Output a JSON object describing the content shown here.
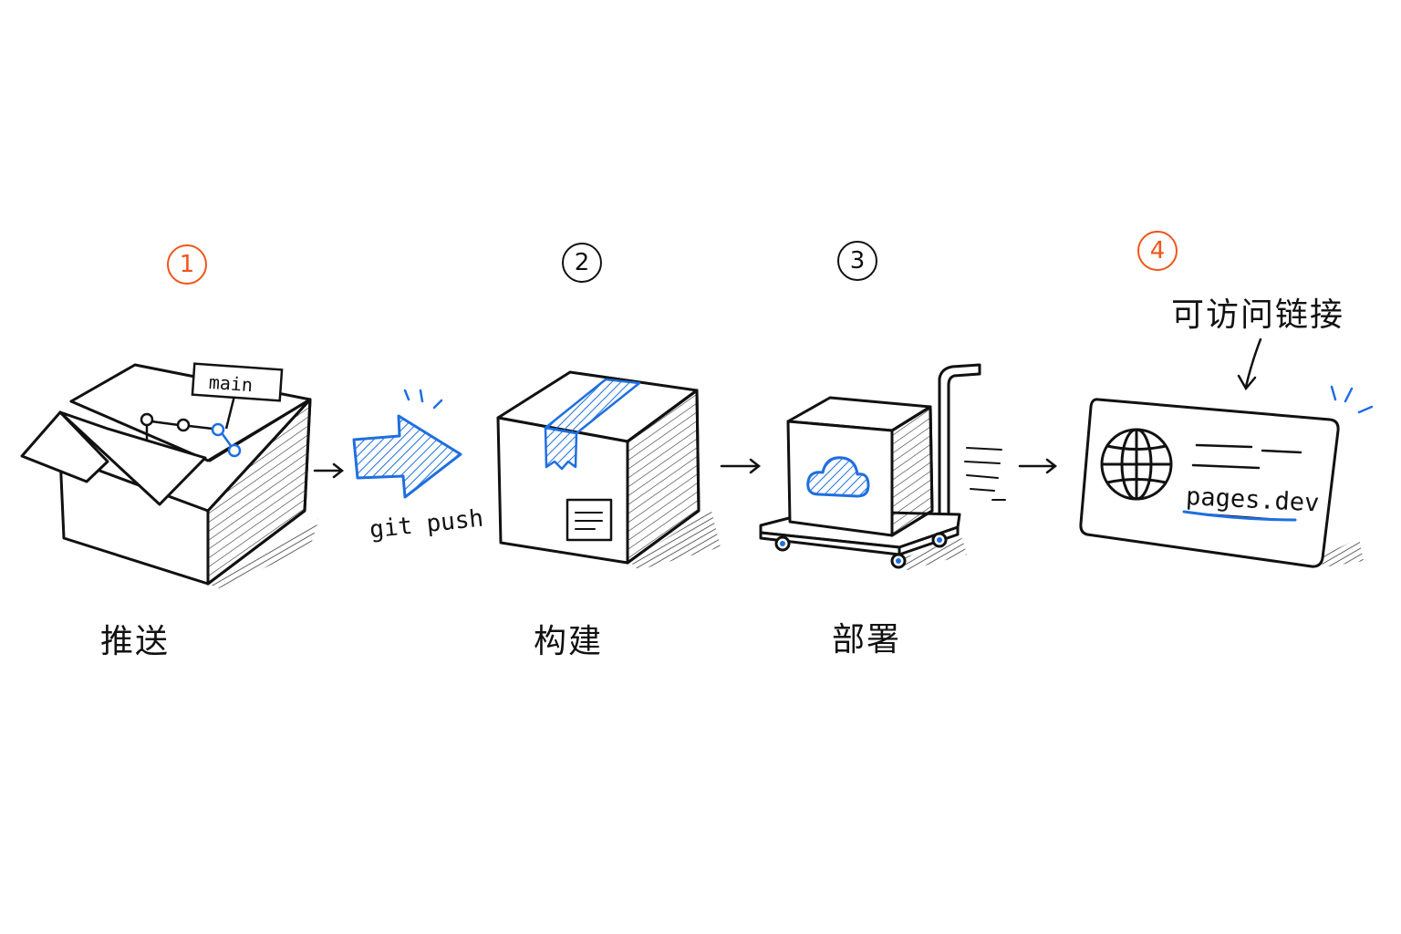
{
  "steps": [
    {
      "number": "1",
      "label": "推送"
    },
    {
      "number": "2",
      "label": "构建"
    },
    {
      "number": "3",
      "label": "部署"
    },
    {
      "number": "4",
      "label": ""
    }
  ],
  "branch_tag": "main",
  "push_caption": "git push",
  "link_caption": "可访问链接",
  "url_text": "pages.dev",
  "colors": {
    "accent_orange": "#f2541b",
    "accent_blue": "#1f6fe0",
    "ink": "#111111"
  },
  "icons": [
    "open-box-icon",
    "commit-graph-icon",
    "push-arrow-icon",
    "sealed-box-icon",
    "hand-truck-icon",
    "cloud-icon",
    "globe-icon",
    "browser-card-icon"
  ]
}
